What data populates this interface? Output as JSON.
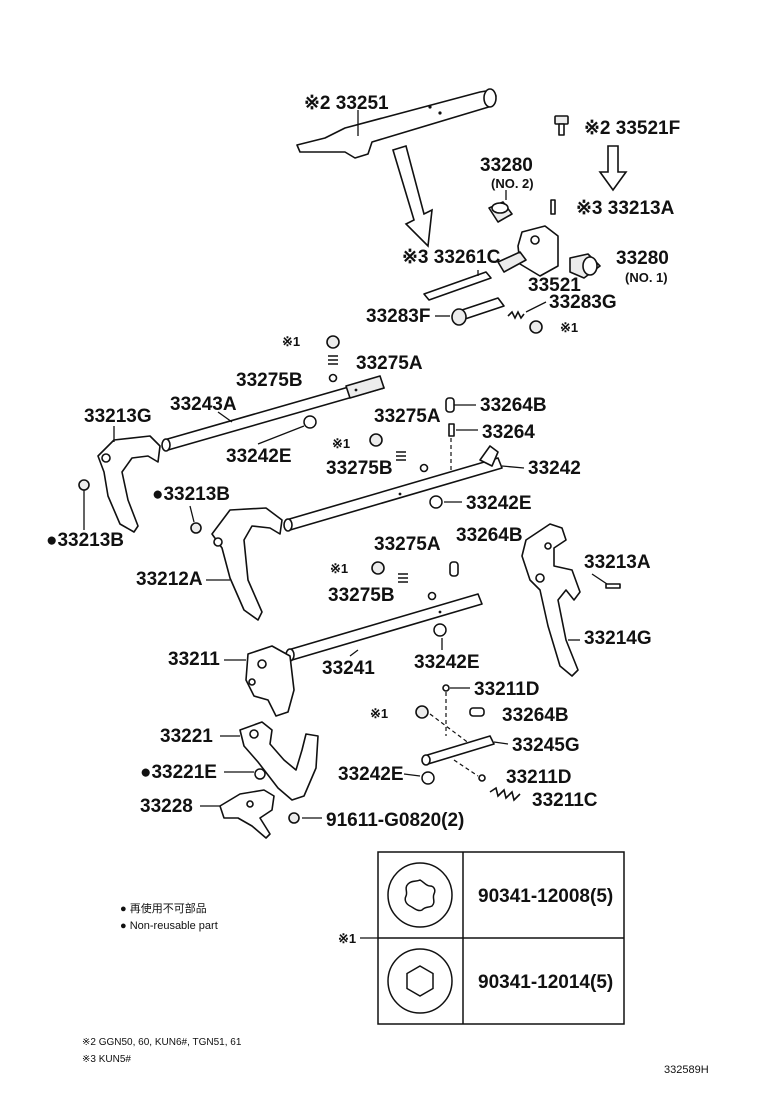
{
  "labels": {
    "l_33251": "※2 33251",
    "l_33521F": "※2 33521F",
    "l_33280_no2": "33280",
    "l_no2": "(NO. 2)",
    "l_33213A_top": "※3 33213A",
    "l_33261C": "※3 33261C",
    "l_33280_no1": "33280",
    "l_no1": "(NO. 1)",
    "l_33521": "33521",
    "l_33283G": "33283G",
    "l_33283F": "33283F",
    "l_x1_a": "※1",
    "l_x1_b": "※1",
    "l_33275A_a": "33275A",
    "l_33275B_a": "33275B",
    "l_33243A": "33243A",
    "l_33213G": "33213G",
    "l_33264B_a": "33264B",
    "l_33275A_b": "33275A",
    "l_33264": "33264",
    "l_x1_c": "※1",
    "l_33242E_a": "33242E",
    "l_33275B_b": "33275B",
    "l_33242": "33242",
    "l_33213B_a": "●33213B",
    "l_33242E_b": "33242E",
    "l_33213B_b": "●33213B",
    "l_33275A_c": "33275A",
    "l_33264B_b": "33264B",
    "l_x1_d": "※1",
    "l_33213A_mid": "33213A",
    "l_33212A": "33212A",
    "l_33275B_c": "33275B",
    "l_33214G": "33214G",
    "l_33211": "33211",
    "l_33241": "33241",
    "l_33242E_c": "33242E",
    "l_33211D_a": "33211D",
    "l_x1_e": "※1",
    "l_33264B_c": "33264B",
    "l_33221": "33221",
    "l_33245G": "33245G",
    "l_33221E": "●33221E",
    "l_33242E_d": "33242E",
    "l_33211D_b": "33211D",
    "l_33211C": "33211C",
    "l_33228": "33228",
    "l_91611": "91611-G0820(2)"
  },
  "legend": {
    "jp": "● 再使用不可部品",
    "en": "● Non-reusable part"
  },
  "bolt_table": {
    "marker": "※1",
    "rows": [
      {
        "part": "90341-12008(5)",
        "head": "torx-bolt-head"
      },
      {
        "part": "90341-12014(5)",
        "head": "hex-bolt-head"
      }
    ]
  },
  "footnotes": {
    "note2": "※2 GGN50, 60, KUN6#, TGN51, 61",
    "note3": "※3 KUN5#"
  },
  "figure_code": "332589H"
}
